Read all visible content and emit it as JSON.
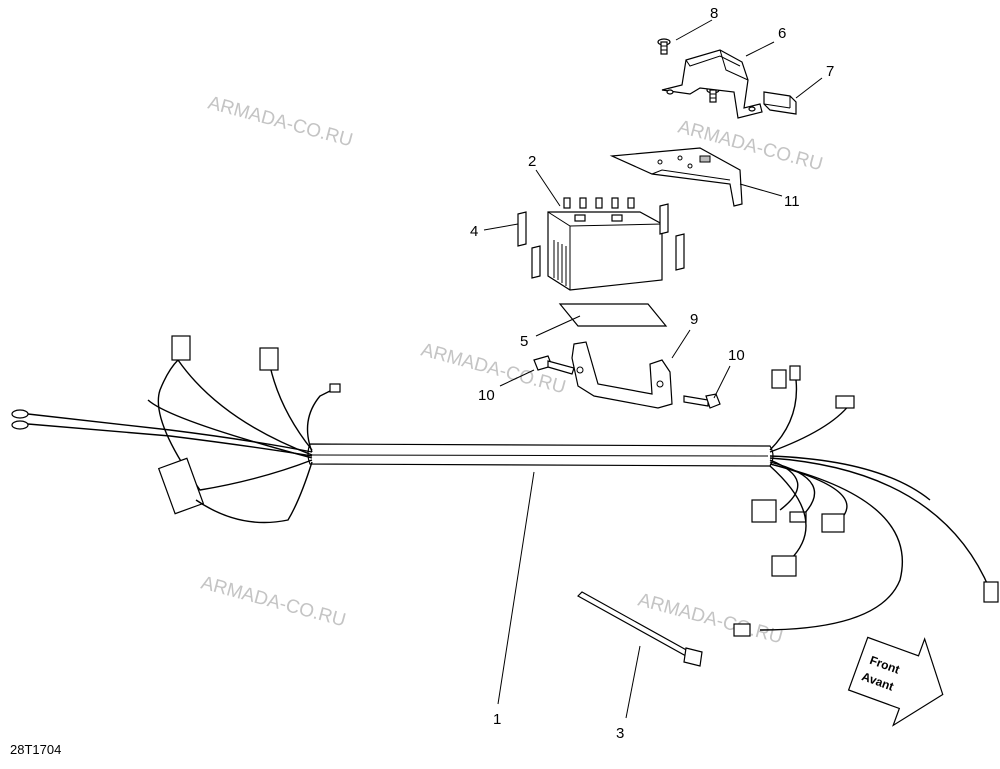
{
  "diagram": {
    "reference": "28T1704",
    "watermark": "ARMADA-CO.RU",
    "front_arrow": {
      "line1": "Front",
      "line2": "Avant"
    },
    "callouts": [
      {
        "id": "c1",
        "text": "1"
      },
      {
        "id": "c2",
        "text": "2"
      },
      {
        "id": "c3",
        "text": "3"
      },
      {
        "id": "c4",
        "text": "4"
      },
      {
        "id": "c5",
        "text": "5"
      },
      {
        "id": "c6",
        "text": "6"
      },
      {
        "id": "c7",
        "text": "7"
      },
      {
        "id": "c8",
        "text": "8"
      },
      {
        "id": "c9",
        "text": "9"
      },
      {
        "id": "c10a",
        "text": "10"
      },
      {
        "id": "c10b",
        "text": "10"
      },
      {
        "id": "c11",
        "text": "11"
      }
    ]
  }
}
